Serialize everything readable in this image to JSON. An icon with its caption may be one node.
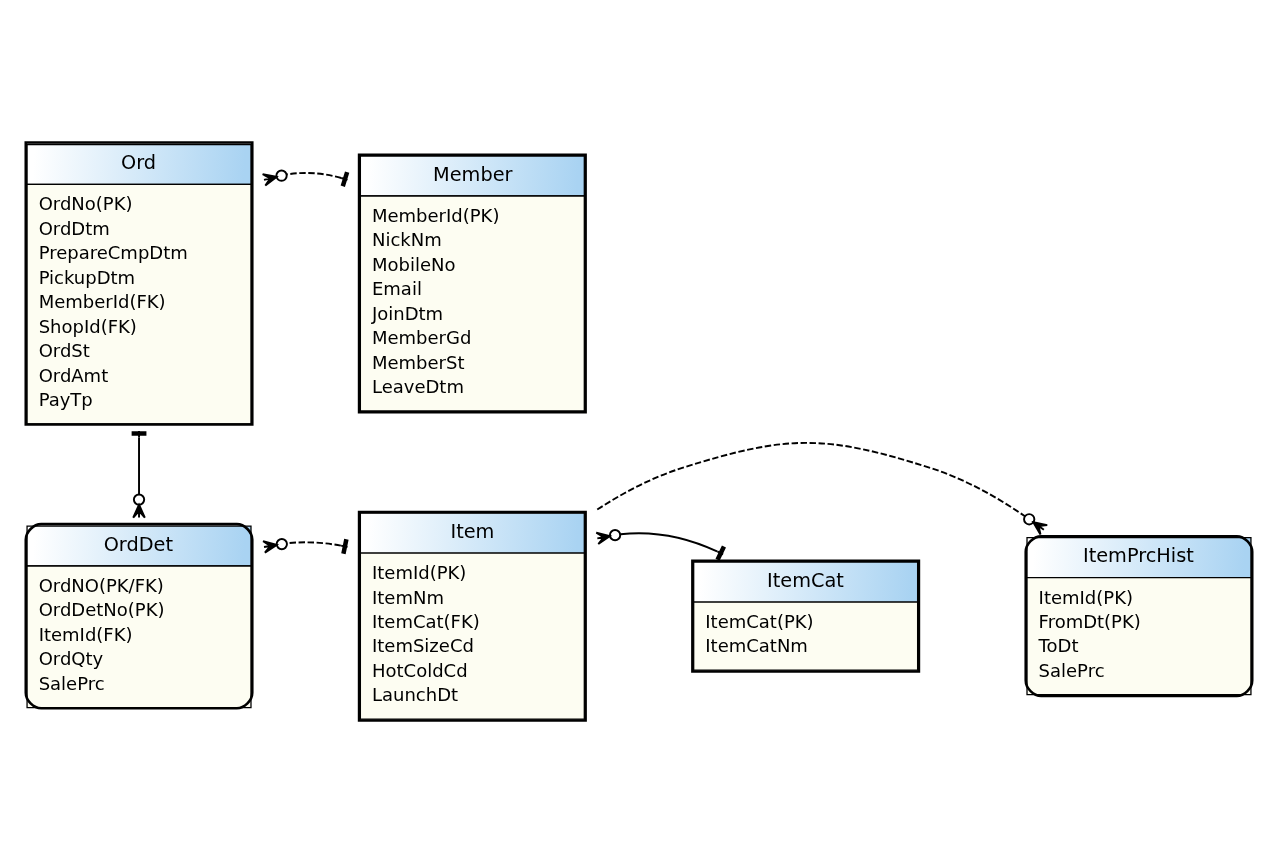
{
  "diagram": {
    "nodes": [
      {
        "text": [
          "Ord",
          "OrdNo(PK)",
          "OrdDtm",
          "PrepareCmpDtm",
          "PickupDtm",
          "MemberId(FK)",
          "ShopId(FK)",
          "OrdSt",
          "OrdAmt",
          "PayTp"
        ]
      },
      {
        "text": [
          "Member",
          "MemberId(PK)",
          "NickNm",
          "MobileNo",
          "Email",
          "JoinDtm",
          "MemberGd",
          "MemberSt",
          "LeaveDtm"
        ]
      },
      {
        "text": [
          "OrdDet",
          "OrdNO(PK/FK)",
          "OrdDetNo(PK)",
          "ItemId(FK)",
          "OrdQty",
          "SalePrc"
        ]
      },
      {
        "text": [
          "Item",
          "ItemId(PK)",
          "ItemNm",
          "ItemCat(FK)",
          "ItemSizeCd",
          "HotColdCd",
          "LaunchDt"
        ]
      },
      {
        "text": [
          "ItemCat",
          "ItemCat(PK)",
          "ItemCatNm"
        ]
      },
      {
        "text": [
          "ItemPrcHist",
          "ItemId(PK)",
          "FromDt(PK)",
          "ToDt",
          "SalePrc"
        ]
      }
    ],
    "edges": [
      {
        "from": 1,
        "to": 0,
        "arrow": "other",
        "style": "dashed"
      },
      {
        "from": 0,
        "to": 2,
        "arrow": "other"
      },
      {
        "from": 3,
        "to": 2,
        "arrow": "other",
        "style": "dashed"
      },
      {
        "from": 4,
        "to": 3,
        "arrow": "other"
      },
      {
        "from": 3,
        "to": 5,
        "arrow": "other",
        "style": "dashed"
      }
    ]
  }
}
